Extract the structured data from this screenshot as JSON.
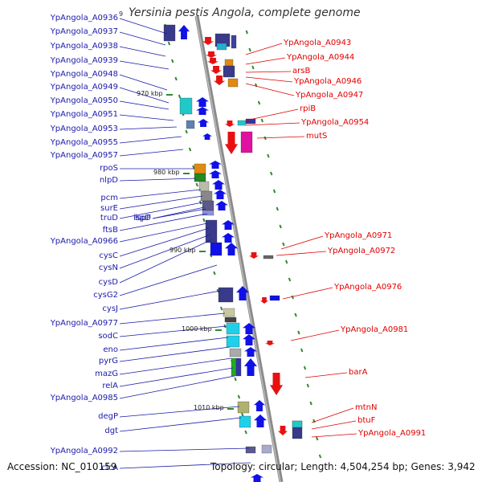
{
  "title": "Yersinia pestis Angola, complete genome",
  "title_prefix": "9",
  "footer": {
    "accession": "Accession: NC_010159",
    "topology": "Topology: circular; Length: 4,504,254 bp; Genes: 3,942"
  },
  "colors": {
    "forward_label": "#1a1aa8",
    "reverse_label": "#e00000",
    "backbone": "#999999",
    "tick": "#2e8b2e"
  },
  "kbp_markers": [
    "970 kbp",
    "980 kbp",
    "990 kbp",
    "1000 kbp",
    "1010 kbp"
  ],
  "left_labels": [
    "YpAngola_A0936",
    "YpAngola_A0937",
    "YpAngola_A0938",
    "YpAngola_A0939",
    "YpAngola_A0948",
    "YpAngola_A0949",
    "YpAngola_A0950",
    "YpAngola_A0951",
    "YpAngola_A0953",
    "YpAngola_A0955",
    "YpAngola_A0957",
    "rpoS",
    "nlpD",
    "pcm",
    "surE",
    "truD",
    "ispF",
    "ispD",
    "ftsB",
    "YpAngola_A0966",
    "cysC",
    "cysN",
    "cysD",
    "cysG2",
    "cysJ",
    "YpAngola_A0977",
    "sodC",
    "eno",
    "pyrG",
    "mazG",
    "relA",
    "YpAngola_A0985",
    "degP",
    "dgt",
    "YpAngola_A0992",
    "clcA"
  ],
  "right_labels": [
    "YpAngola_A0943",
    "YpAngola_A0944",
    "arsB",
    "YpAngola_A0946",
    "YpAngola_A0947",
    "rpiB",
    "YpAngola_A0954",
    "mutS",
    "YpAngola_A0971",
    "YpAngola_A0972",
    "YpAngola_A0976",
    "YpAngola_A0981",
    "barA",
    "mtnN",
    "btuF",
    "YpAngola_A0991"
  ]
}
